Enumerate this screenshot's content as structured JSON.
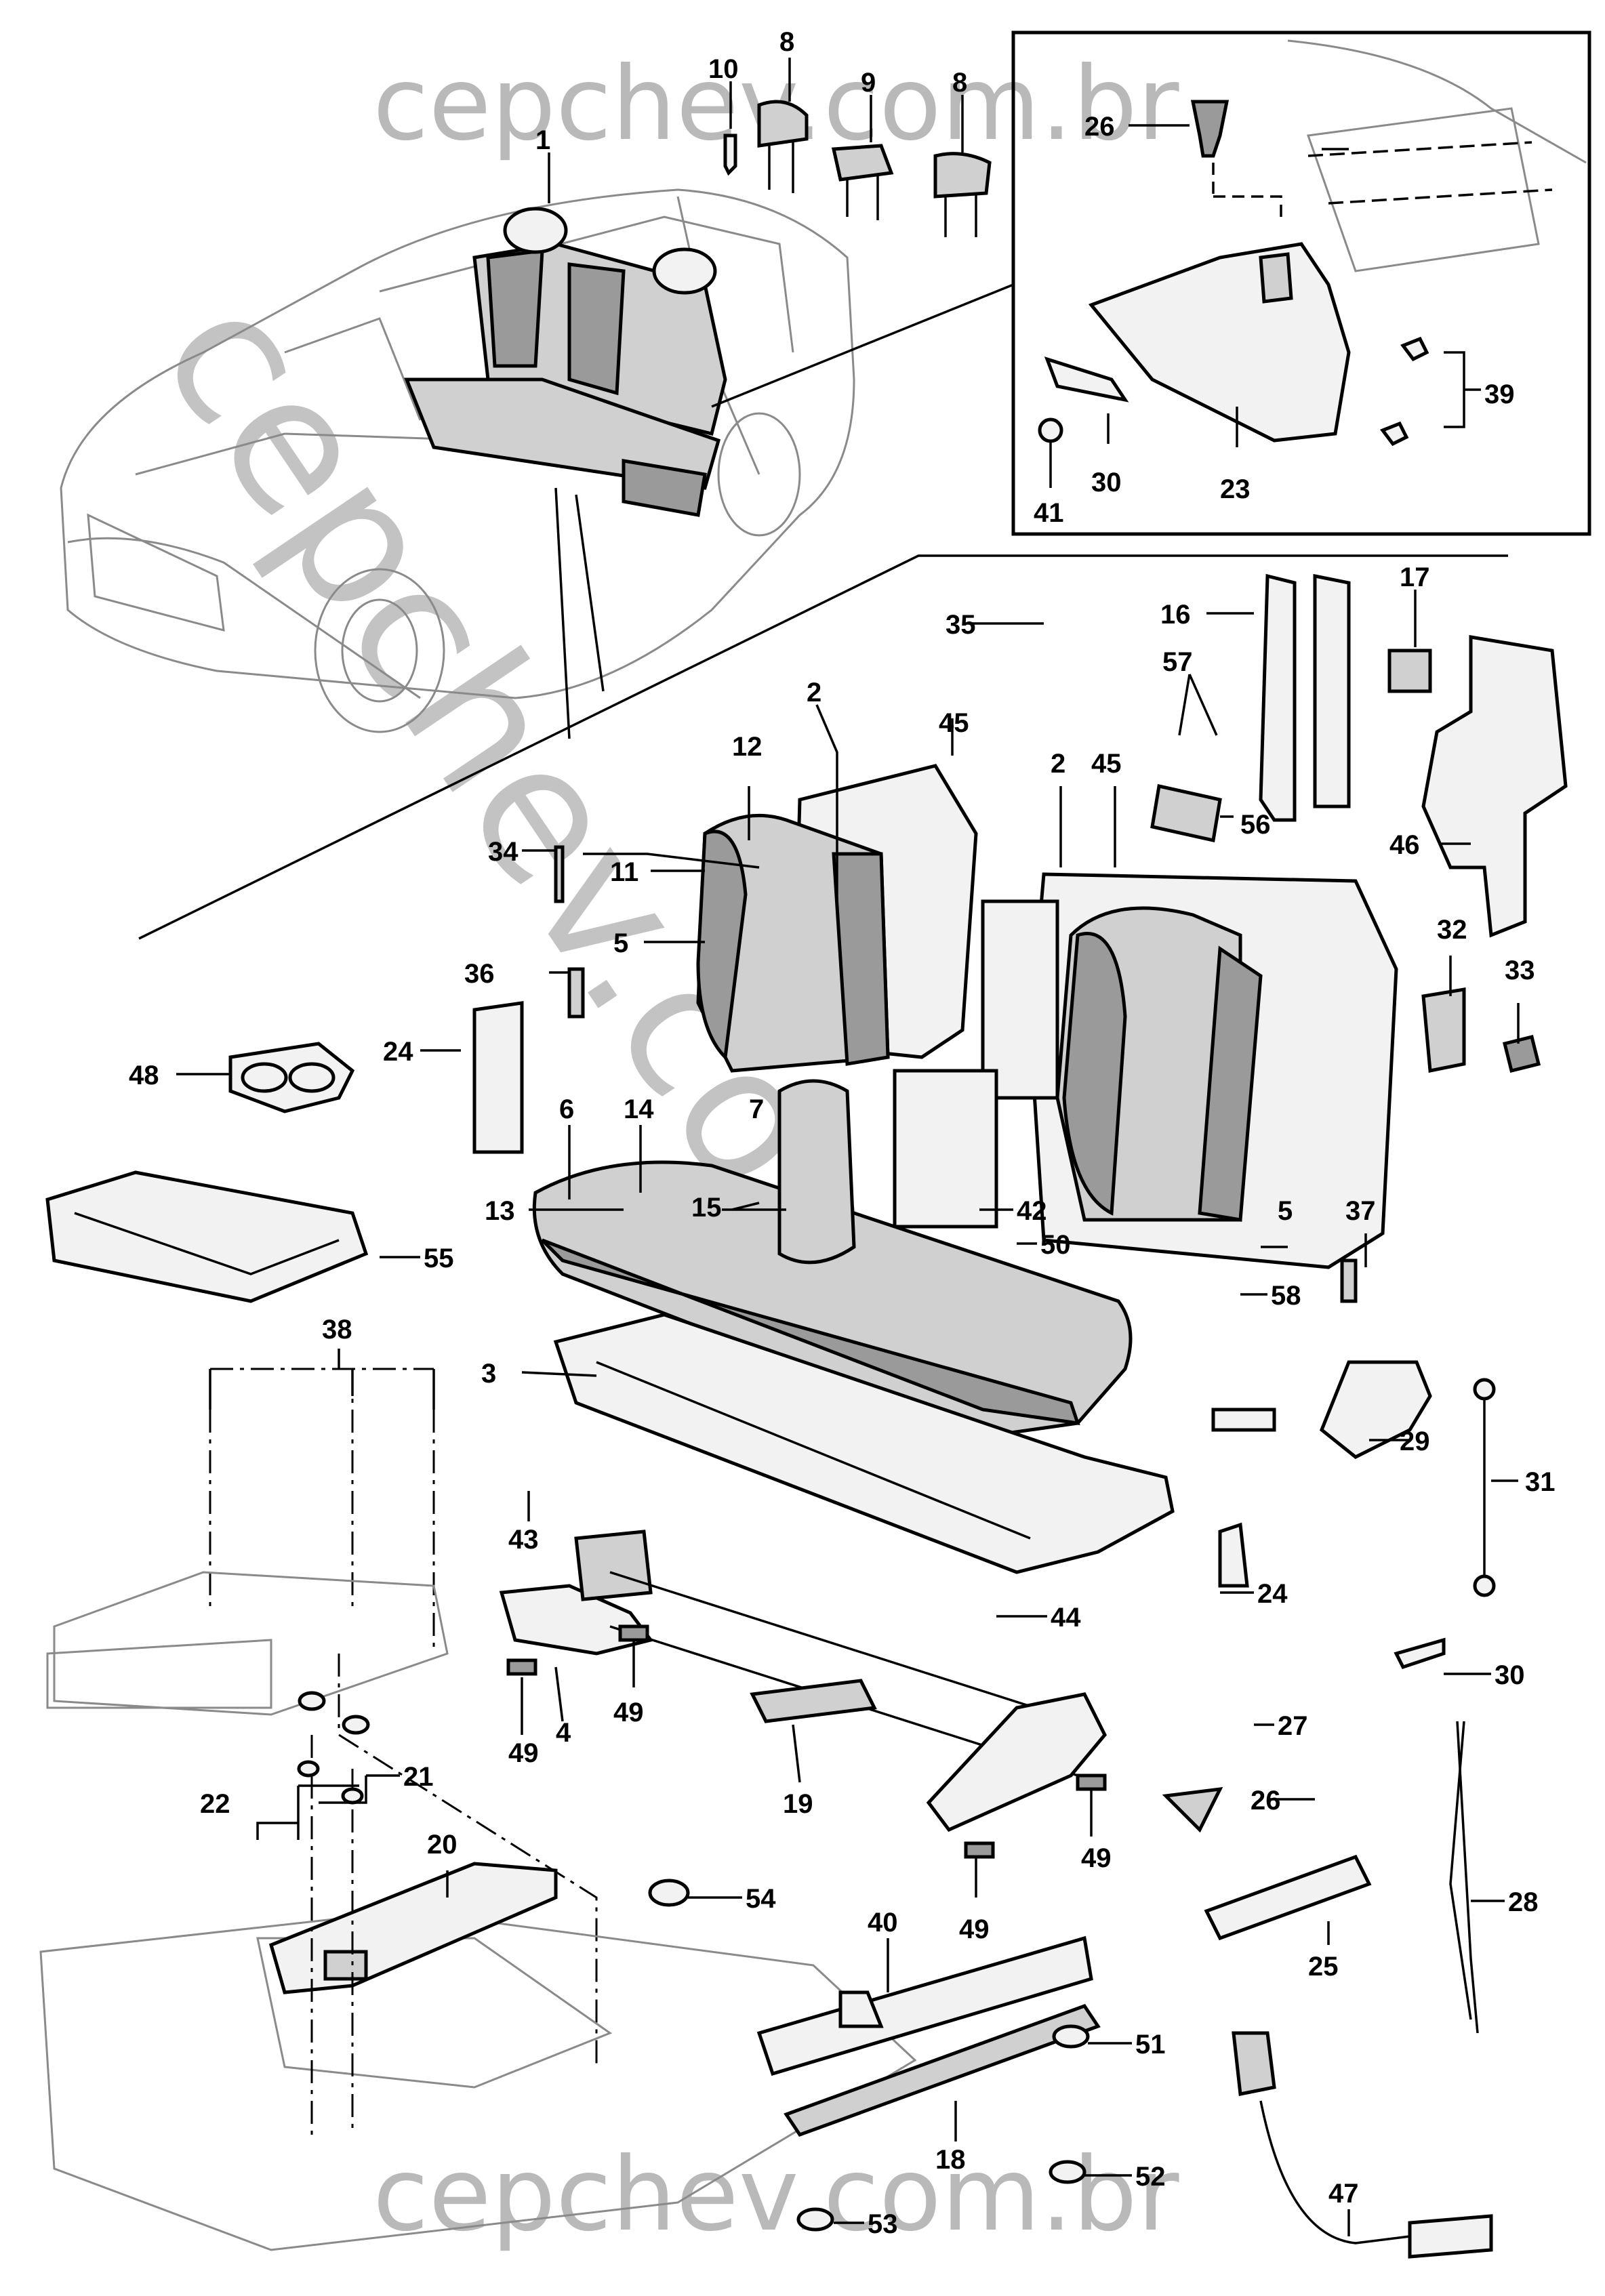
{
  "watermark": {
    "top": "cepchev.com.br",
    "diagonal": "cepchev.com.br",
    "bottom": "cepchev.com.br"
  },
  "callouts": {
    "c1": "1",
    "c2a": "2",
    "c2b": "2",
    "c3": "3",
    "c4": "4",
    "c5a": "5",
    "c5b": "5",
    "c6": "6",
    "c7": "7",
    "c8a": "8",
    "c8b": "8",
    "c9": "9",
    "c10": "10",
    "c11": "11",
    "c12": "12",
    "c13": "13",
    "c14": "14",
    "c15": "15",
    "c16": "16",
    "c17": "17",
    "c18": "18",
    "c19": "19",
    "c20": "20",
    "c21": "21",
    "c22": "22",
    "c23": "23",
    "c24a": "24",
    "c24b": "24",
    "c25": "25",
    "c26a": "26",
    "c26b": "26",
    "c27": "27",
    "c28": "28",
    "c29": "29",
    "c30a": "30",
    "c30b": "30",
    "c31": "31",
    "c32": "32",
    "c33": "33",
    "c34": "34",
    "c35": "35",
    "c36": "36",
    "c37": "37",
    "c38": "38",
    "c39": "39",
    "c40": "40",
    "c41": "41",
    "c42": "42",
    "c43": "43",
    "c44": "44",
    "c45a": "45",
    "c45b": "45",
    "c46": "46",
    "c47": "47",
    "c48": "48",
    "c49a": "49",
    "c49b": "49",
    "c49c": "49",
    "c49d": "49",
    "c50": "50",
    "c51": "51",
    "c52": "52",
    "c53": "53",
    "c54": "54",
    "c55": "55",
    "c56": "56",
    "c57": "57",
    "c58": "58"
  }
}
